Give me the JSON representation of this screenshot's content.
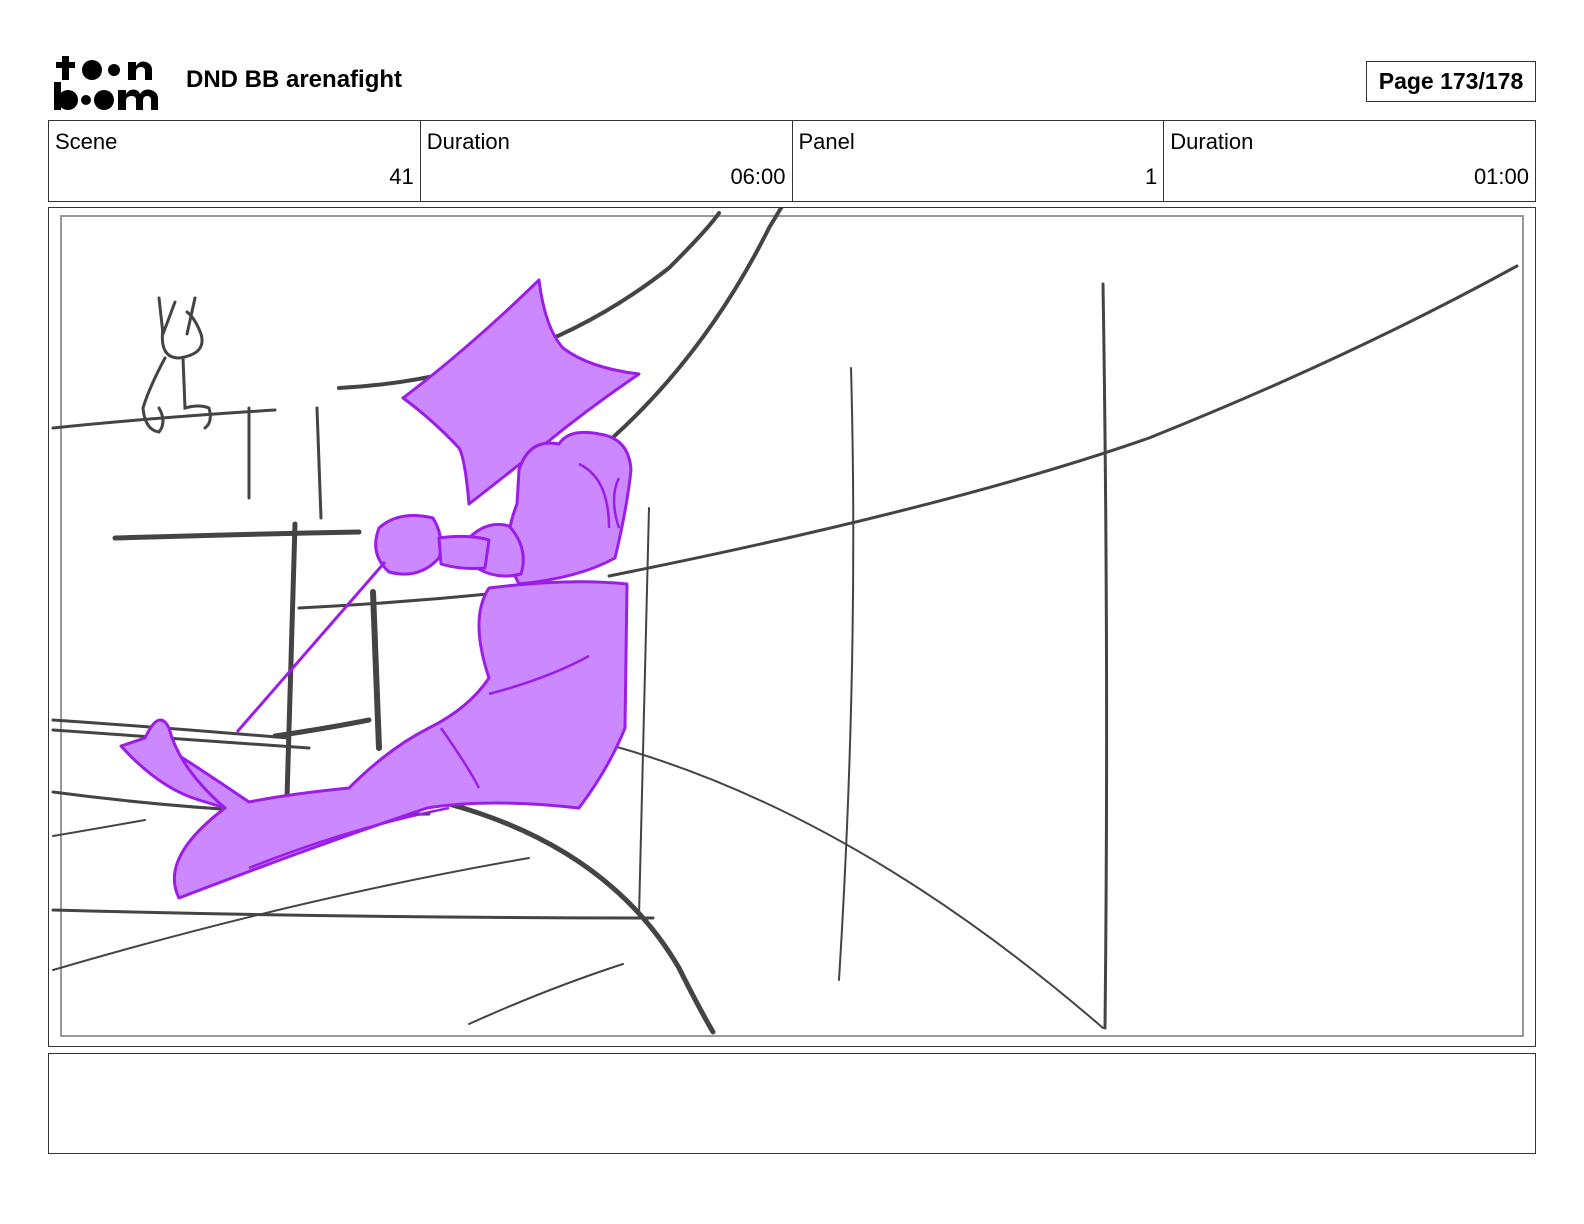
{
  "header": {
    "logo_alt": "toon boom",
    "logo_line1": "toon",
    "logo_line2": "boom",
    "title": "DND BB arenafight",
    "page_label": "Page 173/178"
  },
  "info": {
    "scene_label": "Scene",
    "scene_value": "41",
    "scene_duration_label": "Duration",
    "scene_duration_value": "06:00",
    "panel_label": "Panel",
    "panel_value": "1",
    "panel_duration_label": "Duration",
    "panel_duration_value": "01:00"
  },
  "panel": {
    "sketch_line_color": "#444444",
    "character_fill_color": "#cc88ff",
    "character_line_color": "#9a1ee8"
  },
  "notes": {
    "text": ""
  }
}
